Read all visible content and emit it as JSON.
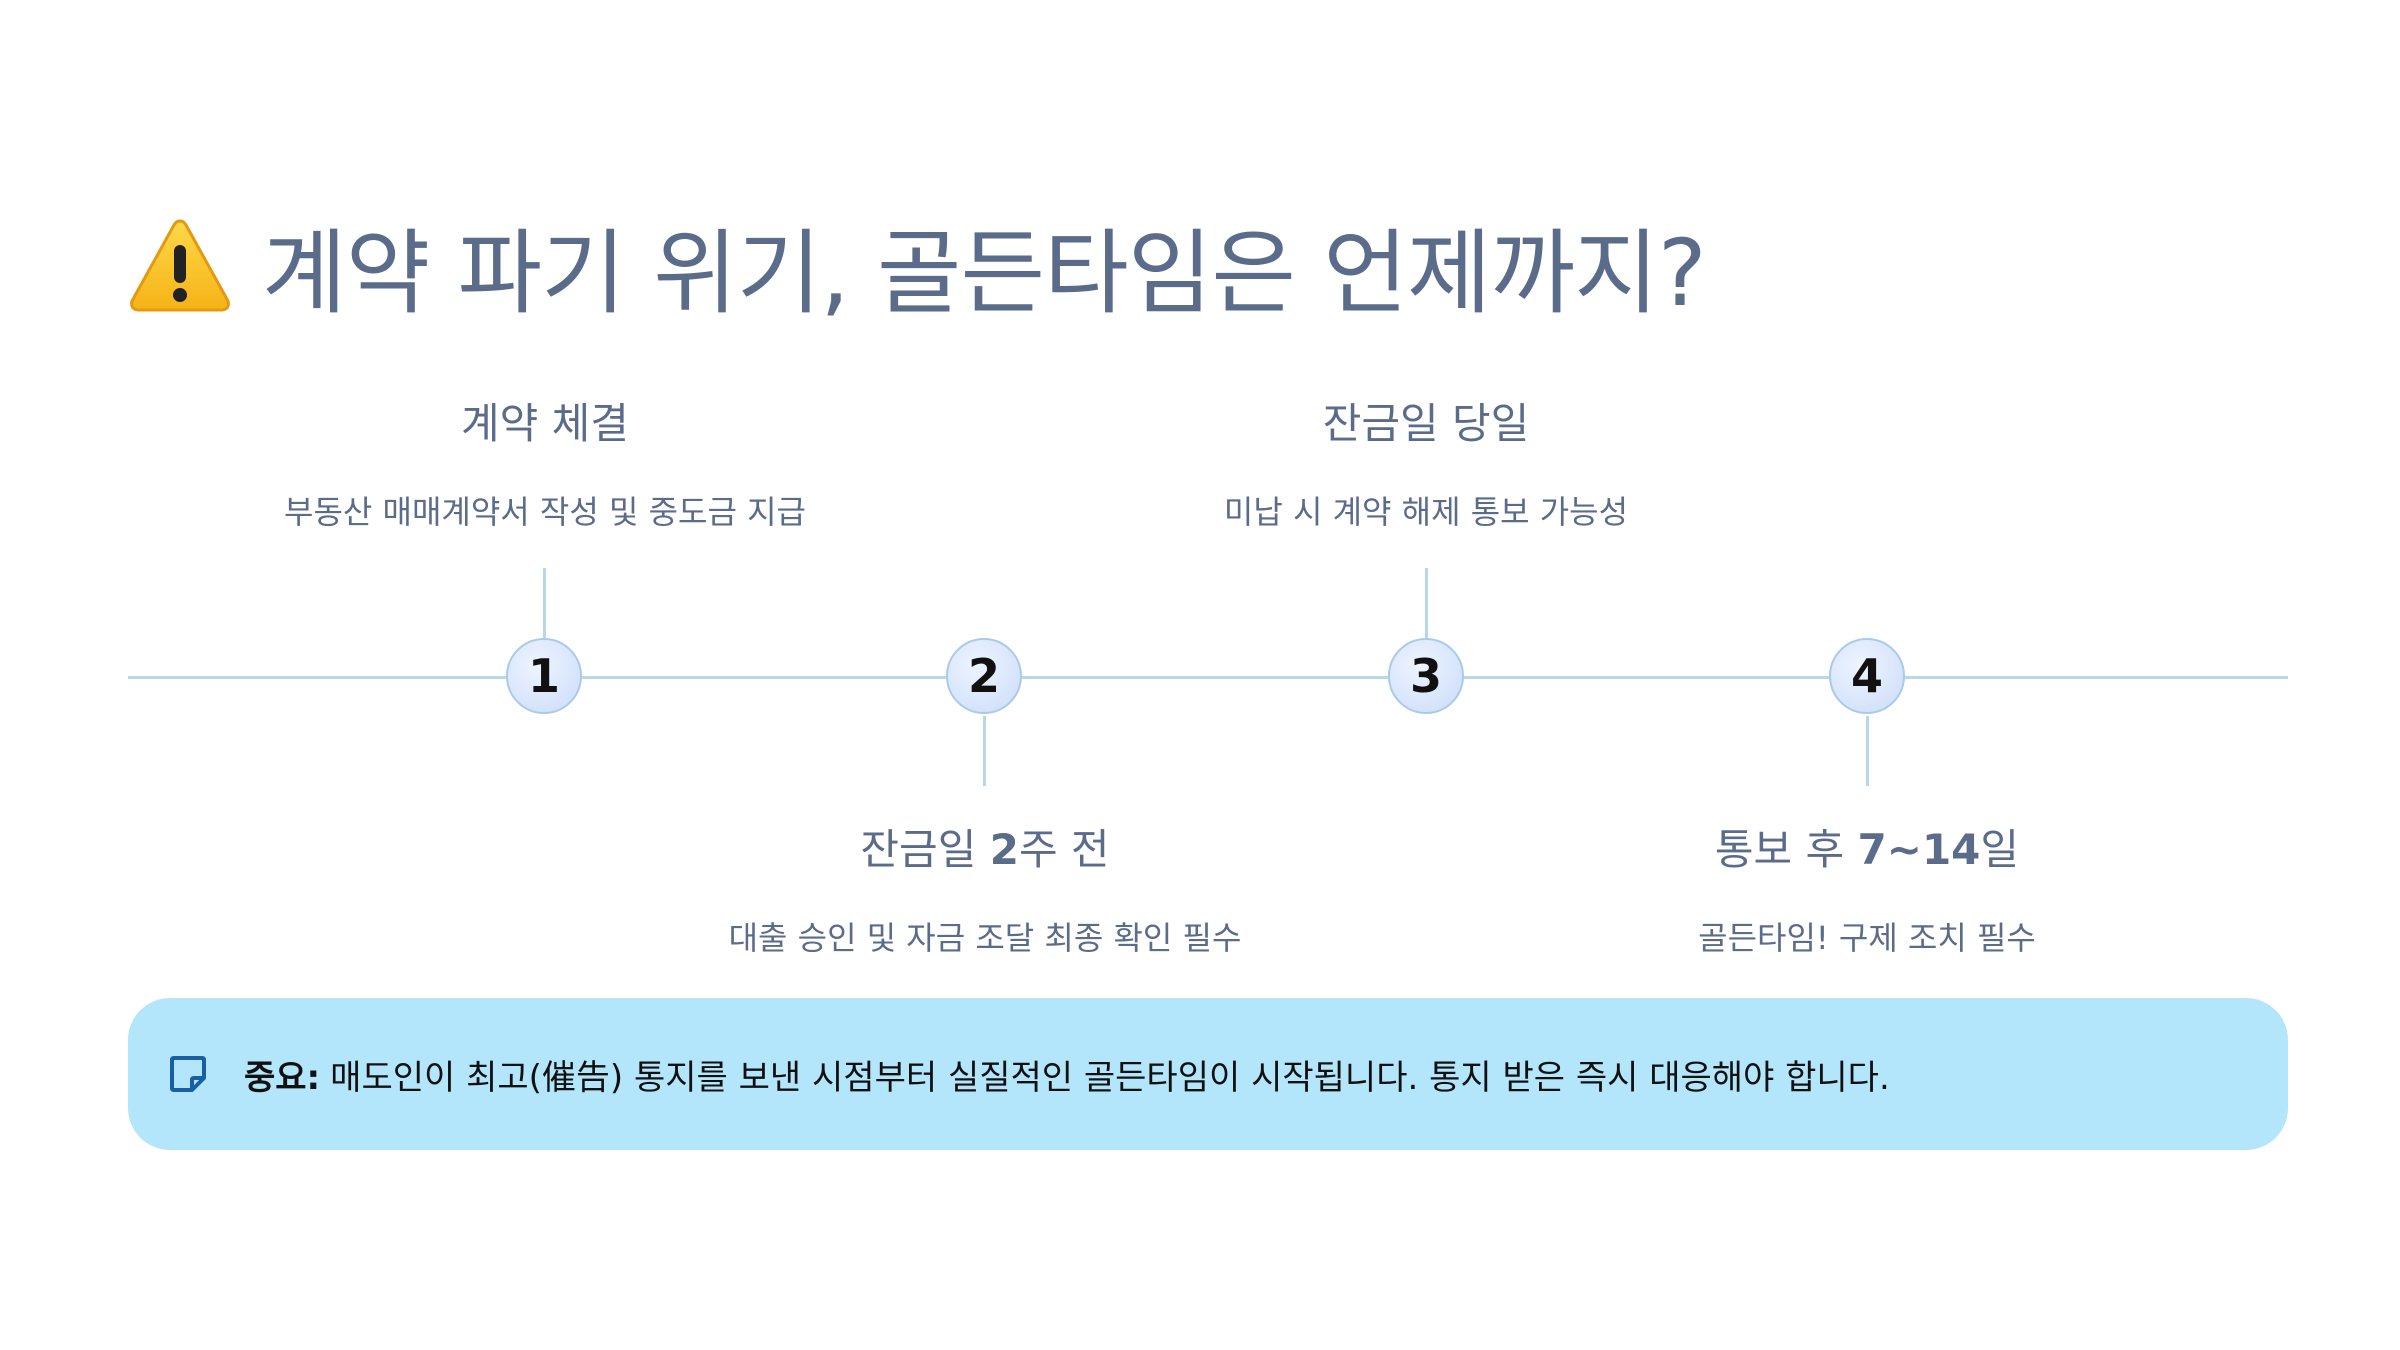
{
  "title": {
    "icon": "warning-icon",
    "text": "계약 파기 위기, 골든타임은 언제까지?"
  },
  "steps": [
    {
      "number": "1",
      "title": "계약 체결",
      "title_bold": "",
      "title_after": "",
      "description": "부동산 매매계약서 작성 및 중도금 지급",
      "position": "above"
    },
    {
      "number": "2",
      "title": "잔금일 ",
      "title_bold": "2",
      "title_after": "주 전",
      "description": "대출 승인 및 자금 조달 최종 확인 필수",
      "position": "below"
    },
    {
      "number": "3",
      "title": "잔금일 당일",
      "title_bold": "",
      "title_after": "",
      "description": "미납 시 계약 해제 통보 가능성",
      "position": "above"
    },
    {
      "number": "4",
      "title": "통보 후 ",
      "title_bold": "7~14",
      "title_after": "일",
      "description": "골든타임! 구제 조치 필수",
      "position": "below"
    }
  ],
  "note": {
    "icon": "memo-icon",
    "label": "중요:",
    "text": "매도인이 최고(催告) 통지를 보낸 시점부터 실질적인 골든타임이 시작됩니다. 통지 받은 즉시 대응해야 합니다."
  },
  "colors": {
    "title": "#5b6b8a",
    "line": "#b9d7e6",
    "note_bg": "#b3e5fb",
    "warning": "#f9c41c"
  }
}
